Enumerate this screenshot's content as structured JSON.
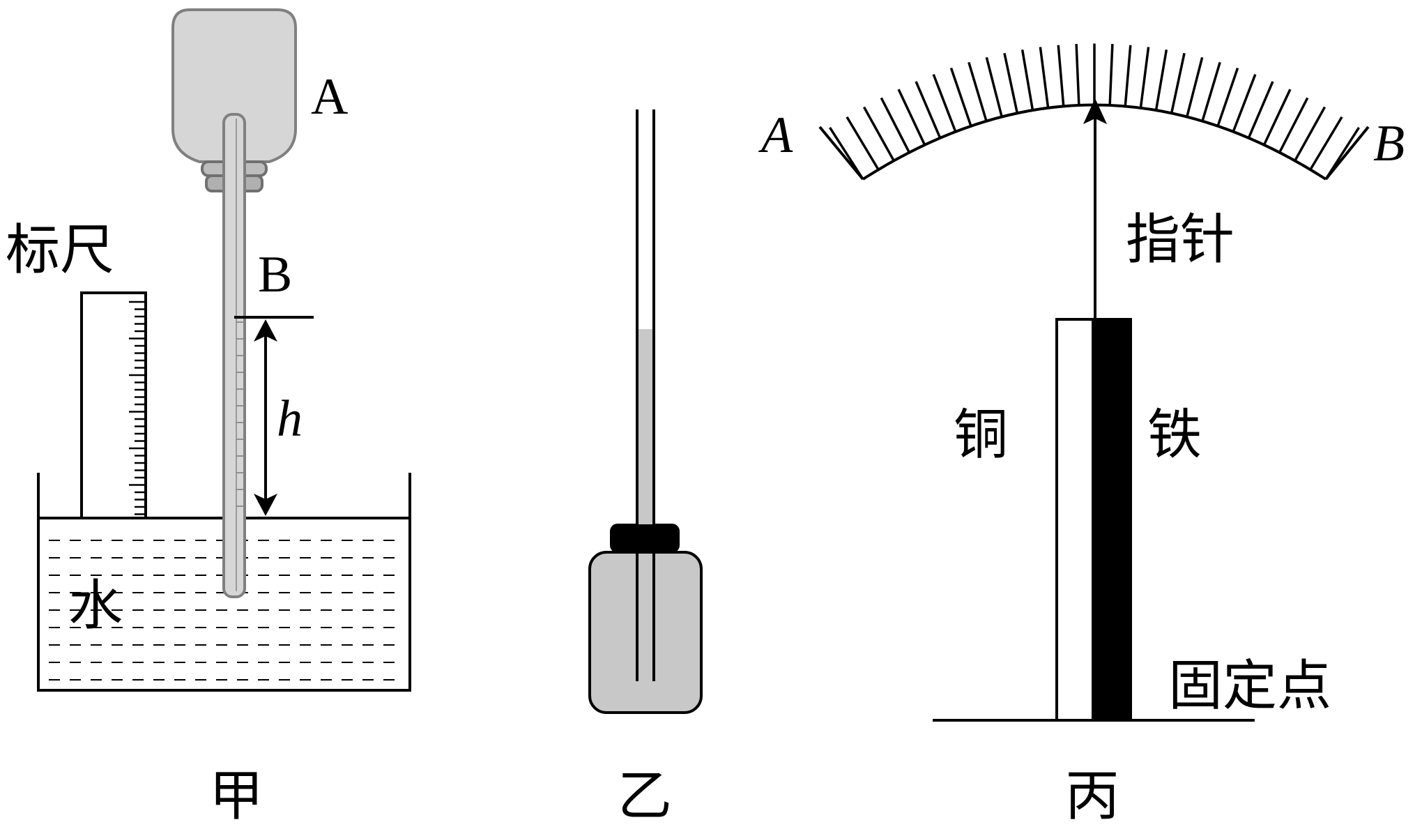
{
  "figures": {
    "jia": {
      "caption": "甲",
      "bottle_label": "A",
      "level_label": "B",
      "height_label": "h",
      "ruler_label": "标尺",
      "water_label": "水"
    },
    "yi": {
      "caption": "乙"
    },
    "bing": {
      "caption": "丙",
      "scale_left_label": "A",
      "scale_right_label": "B",
      "pointer_label": "指针",
      "copper_label": "铜",
      "iron_label": "铁",
      "fixed_point_label": "固定点"
    }
  },
  "colors": {
    "line": "#000000",
    "glass_fill": "#d6d6d6",
    "glass_stroke": "#808080",
    "liquid_fill": "#c8c8c8",
    "iron_fill": "#000000",
    "copper_fill": "#ffffff"
  }
}
